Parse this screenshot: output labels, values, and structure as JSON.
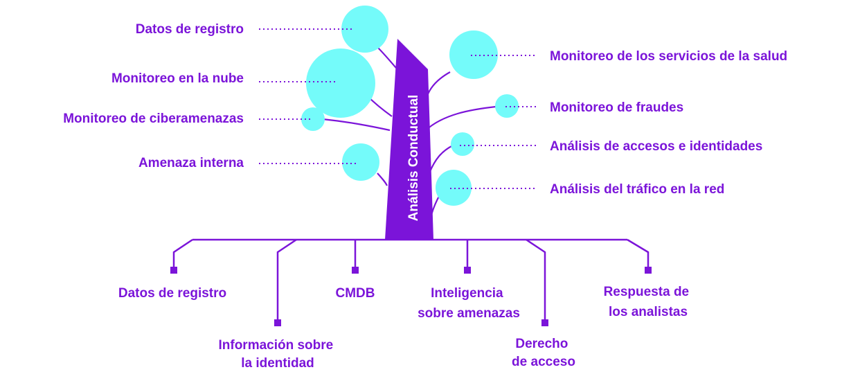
{
  "colors": {
    "primary": "#7B14D9",
    "circle": "#74FBFA",
    "trunk_text": "#FFFFFF"
  },
  "trunk": {
    "label": "Análisis Conductual"
  },
  "left_branches": [
    {
      "label": "Datos de registro"
    },
    {
      "label": "Monitoreo en la nube"
    },
    {
      "label": "Monitoreo de ciberamenazas"
    },
    {
      "label": "Amenaza interna"
    }
  ],
  "right_branches": [
    {
      "label": "Monitoreo de los servicios de la salud"
    },
    {
      "label": "Monitoreo de fraudes"
    },
    {
      "label": "Análisis de accesos e identidades"
    },
    {
      "label": "Análisis del tráfico en la red"
    }
  ],
  "roots": [
    {
      "lines": [
        "Datos de registro"
      ]
    },
    {
      "lines": [
        "Información sobre",
        "la identidad"
      ]
    },
    {
      "lines": [
        "CMDB"
      ]
    },
    {
      "lines": [
        "Inteligencia",
        "sobre amenazas"
      ]
    },
    {
      "lines": [
        "Derecho",
        "de acceso"
      ]
    },
    {
      "lines": [
        "Respuesta de",
        "los analistas"
      ]
    }
  ]
}
